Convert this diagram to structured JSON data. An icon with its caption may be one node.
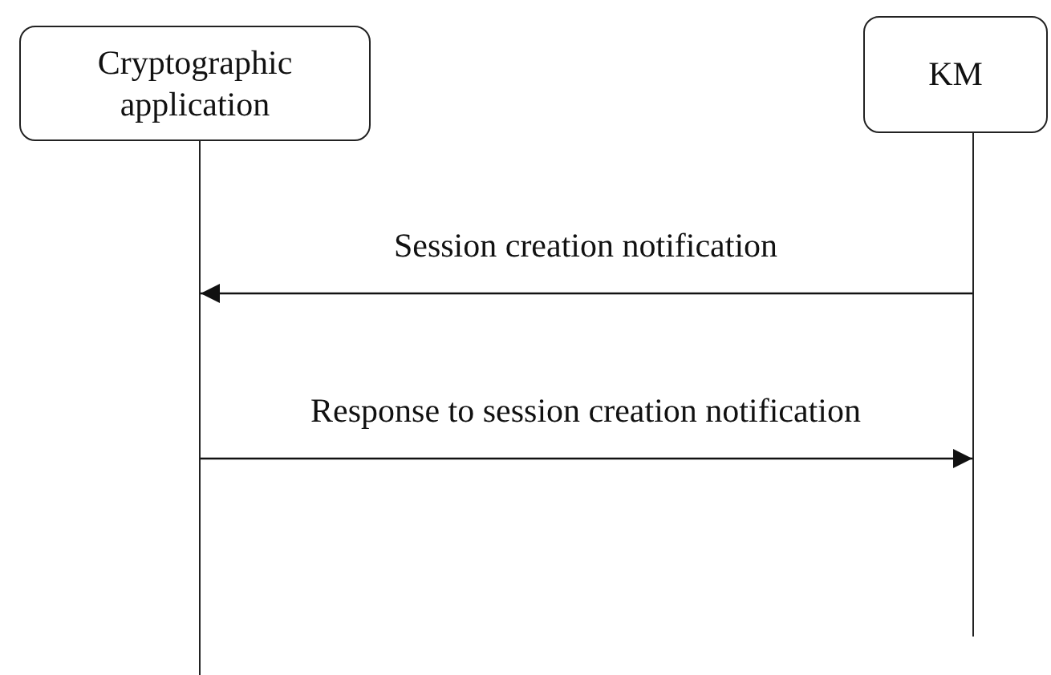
{
  "diagram": {
    "nodes": [
      {
        "text": [
          "Cryptographic application"
        ]
      },
      {
        "text": [
          "KM"
        ]
      },
      {
        "text": [],
        "shape": "bar"
      },
      {
        "text": [],
        "shape": "bar"
      }
    ],
    "edges": [
      {
        "from": 3,
        "to": 2,
        "arrow": "to",
        "label": "Session creation notification"
      },
      {
        "from": 2,
        "to": 3,
        "arrow": "to",
        "label": "Response to session creation notification"
      }
    ]
  }
}
